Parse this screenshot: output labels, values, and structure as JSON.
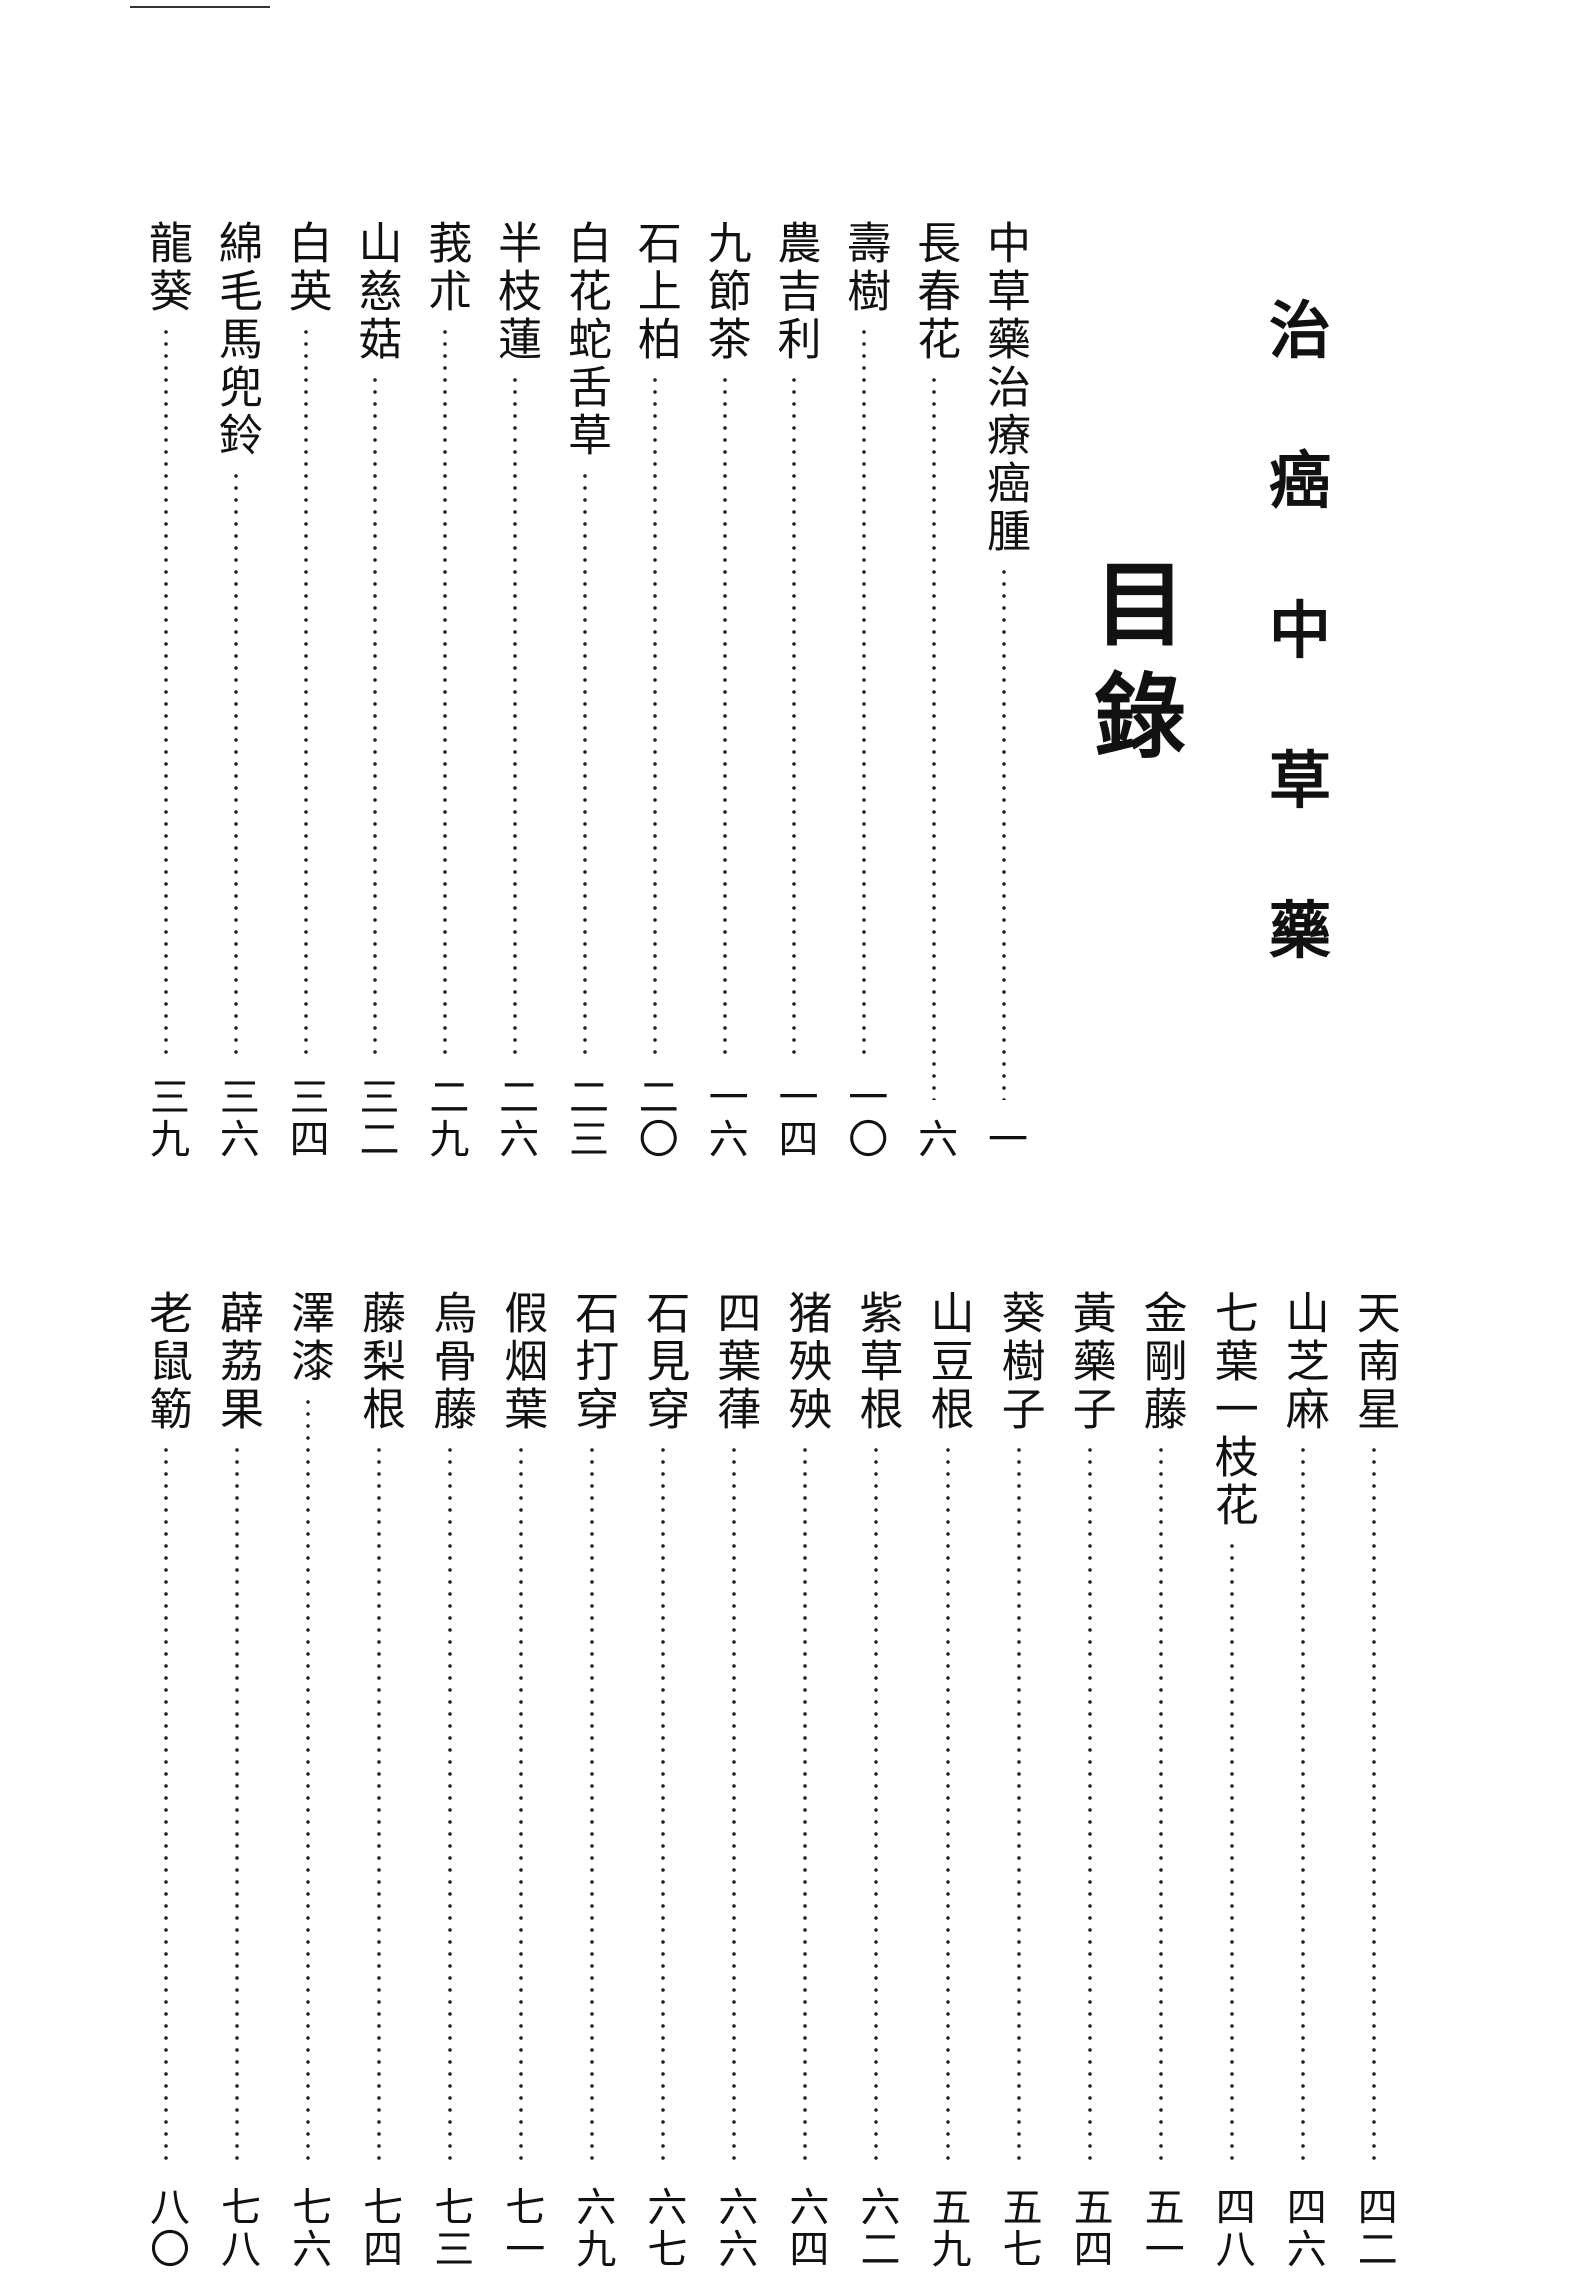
{
  "book_title": [
    "治",
    "癌",
    "中",
    "草",
    "藥"
  ],
  "section_title": [
    "目",
    "錄"
  ],
  "toc_top": [
    {
      "label": "中草藥治療癌腫",
      "page": "一"
    },
    {
      "label": "長春花",
      "page": "六"
    },
    {
      "label": "壽樹",
      "page": "一〇"
    },
    {
      "label": "農吉利",
      "page": "一四"
    },
    {
      "label": "九節茶",
      "page": "一六"
    },
    {
      "label": "石上柏",
      "page": "二〇"
    },
    {
      "label": "白花蛇舌草",
      "page": "二三"
    },
    {
      "label": "半枝蓮",
      "page": "二六"
    },
    {
      "label": "莪朮",
      "page": "二九"
    },
    {
      "label": "山慈菇",
      "page": "三二"
    },
    {
      "label": "白英",
      "page": "三四"
    },
    {
      "label": "綿毛馬兜鈴",
      "page": "三六"
    },
    {
      "label": "龍葵",
      "page": "三九"
    }
  ],
  "toc_bottom": [
    {
      "label": "天南星",
      "page": "四二"
    },
    {
      "label": "山芝麻",
      "page": "四六"
    },
    {
      "label": "七葉一枝花",
      "page": "四八"
    },
    {
      "label": "金剛藤",
      "page": "五一"
    },
    {
      "label": "黃藥子",
      "page": "五四"
    },
    {
      "label": "葵樹子",
      "page": "五七"
    },
    {
      "label": "山豆根",
      "page": "五九"
    },
    {
      "label": "紫草根",
      "page": "六二"
    },
    {
      "label": "猪殃殃",
      "page": "六四"
    },
    {
      "label": "四葉葎",
      "page": "六六"
    },
    {
      "label": "石見穿",
      "page": "六七"
    },
    {
      "label": "石打穿",
      "page": "六九"
    },
    {
      "label": "假烟葉",
      "page": "七一"
    },
    {
      "label": "烏骨藤",
      "page": "七三"
    },
    {
      "label": "藤梨根",
      "page": "七四"
    },
    {
      "label": "澤漆",
      "page": "七六"
    },
    {
      "label": "薜荔果",
      "page": "七八"
    },
    {
      "label": "老鼠簕",
      "page": "八〇"
    }
  ]
}
